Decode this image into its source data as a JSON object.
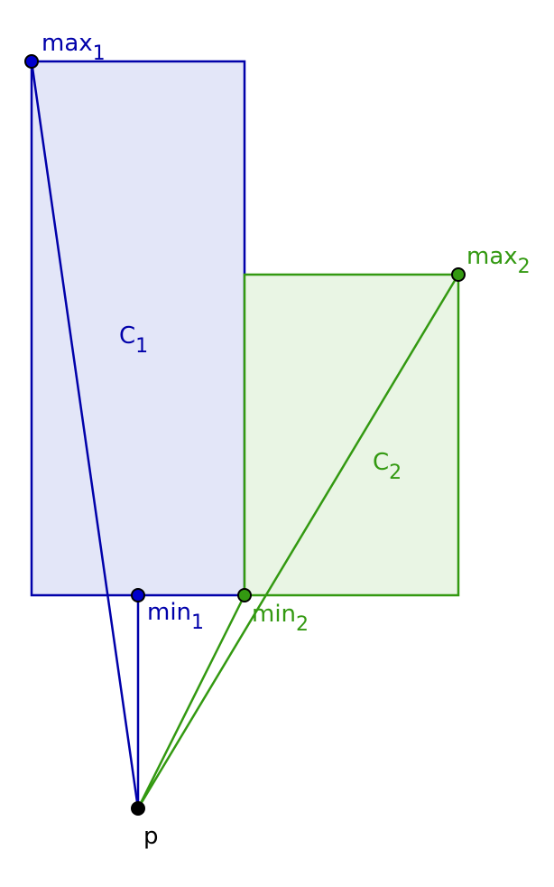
{
  "colors": {
    "blue": "#0000aa",
    "blue_fill": "#e3e6f8",
    "green": "#339911",
    "green_fill": "#e9f5e4",
    "point_black": "#000000"
  },
  "labels": {
    "max1": {
      "base": "max",
      "sub": "1"
    },
    "max2": {
      "base": "max",
      "sub": "2"
    },
    "min1": {
      "base": "min",
      "sub": "1"
    },
    "min2": {
      "base": "min",
      "sub": "2"
    },
    "c1": {
      "base": "C",
      "sub": "1"
    },
    "c2": {
      "base": "C",
      "sub": "2"
    },
    "p": {
      "base": "p"
    }
  }
}
